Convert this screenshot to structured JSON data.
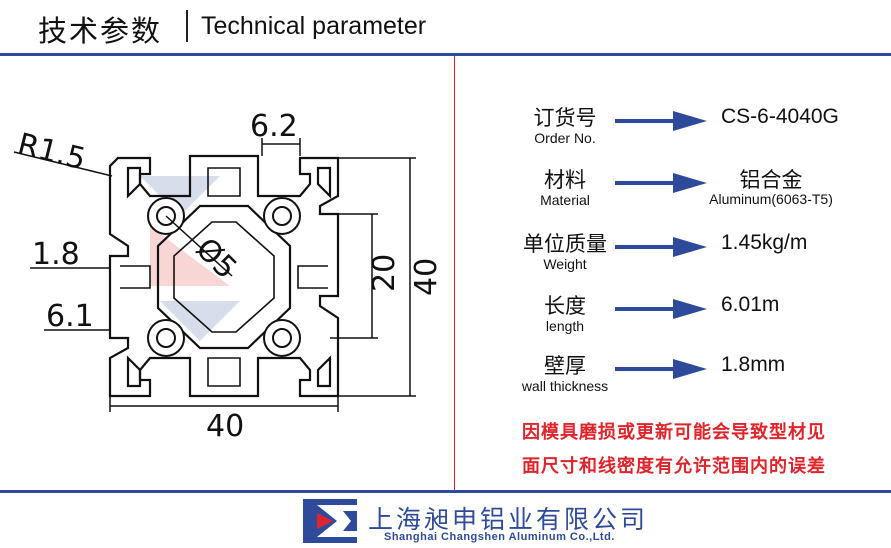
{
  "header": {
    "title_cn": "技术参数",
    "title_en": "Technical parameter"
  },
  "drawing": {
    "dims": {
      "radius": "R1.5",
      "slot_width": "6.2",
      "wall": "1.8",
      "slot_depth": "6.1",
      "hole": "Ø5",
      "inner": "20",
      "height": "40",
      "width": "40"
    }
  },
  "specs": [
    {
      "label_cn": "订货号",
      "label_en": "Order No.",
      "value": "CS-6-4040G"
    },
    {
      "label_cn": "材料",
      "label_en": "Material",
      "value": "铝合金",
      "value_sub": "Aluminum(6063-T5)"
    },
    {
      "label_cn": "单位质量",
      "label_en": "Weight",
      "value": "1.45kg/m"
    },
    {
      "label_cn": "长度",
      "label_en": "length",
      "value": "6.01m"
    },
    {
      "label_cn": "壁厚",
      "label_en": "wall thickness",
      "value": "1.8mm"
    }
  ],
  "notice": {
    "line1": "因模具磨损或更新可能会导致型材见",
    "line2": "面尺寸和线密度有允许范围内的误差"
  },
  "footer": {
    "company_cn": "上海昶申铝业有限公司",
    "company_en": "Shanghai Changshen Aluminum Co.,Ltd."
  },
  "colors": {
    "brand_blue": "#2e4b9b",
    "arrow_blue": "#2e4b9b",
    "notice_red": "#e0242b",
    "divider_red": "#dd2222"
  }
}
